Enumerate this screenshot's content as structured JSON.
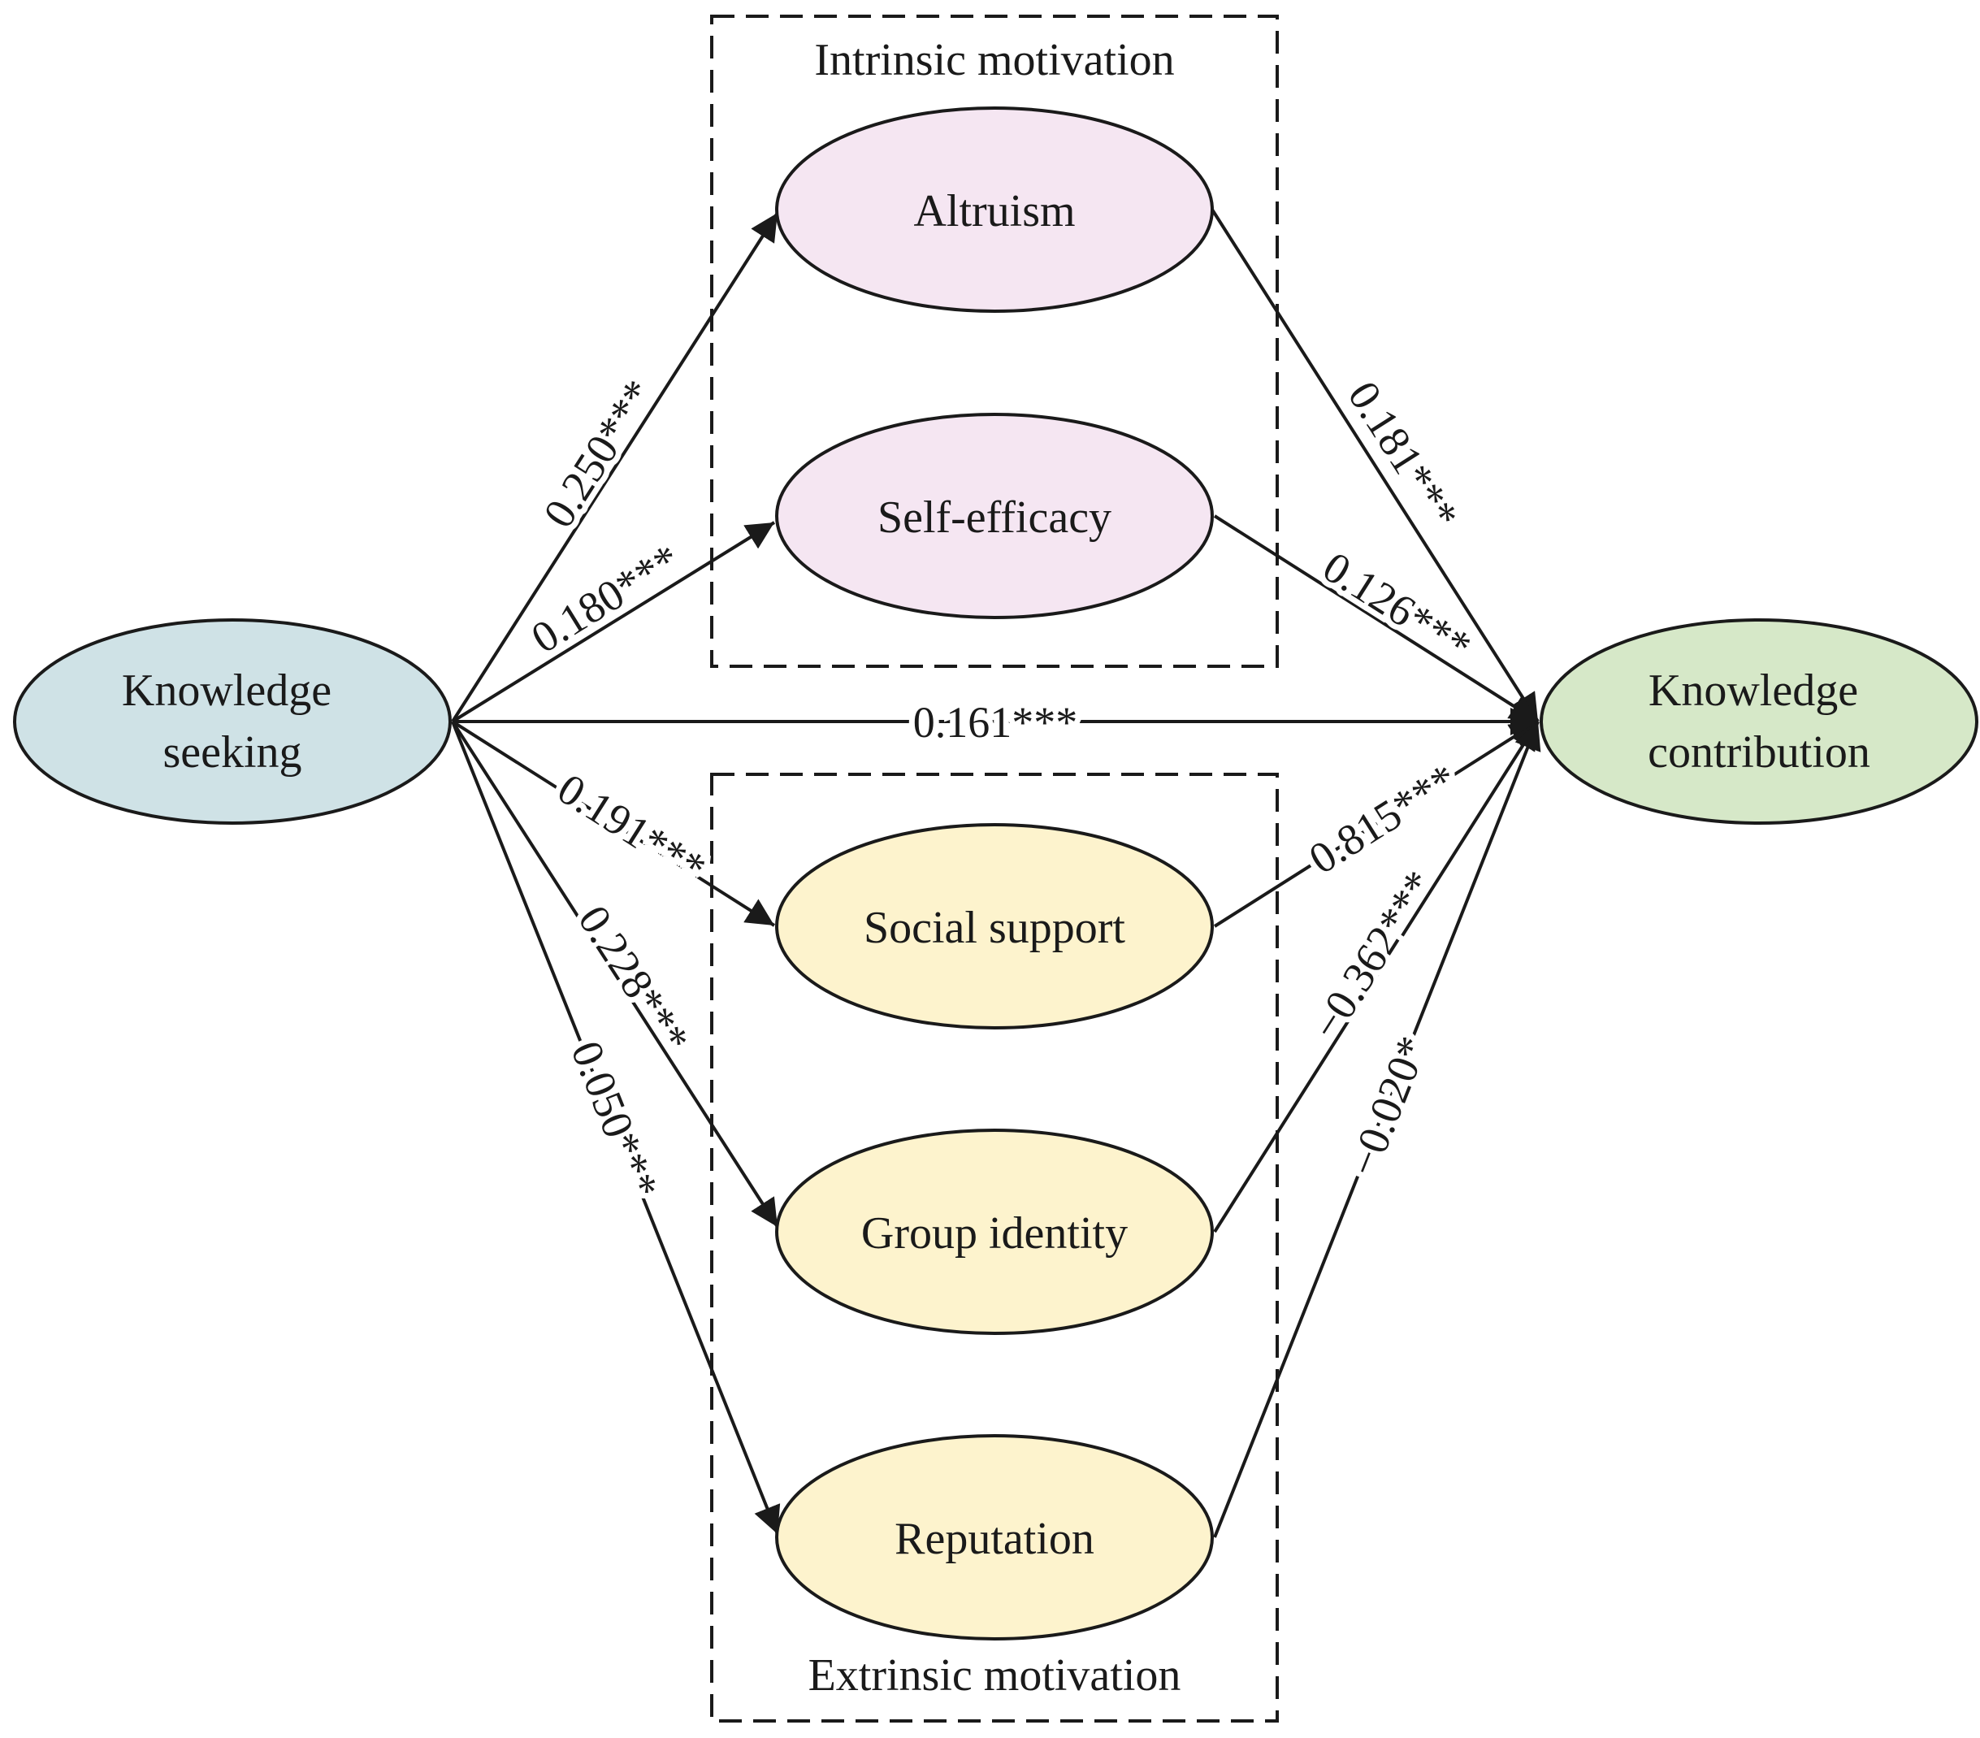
{
  "groups": {
    "intrinsic": "Intrinsic motivation",
    "extrinsic": "Extrinsic motivation"
  },
  "nodes": {
    "seeking": {
      "line1": "Knowledge",
      "line2": "seeking"
    },
    "contribution": {
      "line1": "Knowledge",
      "line2": "contribution"
    },
    "altruism": "Altruism",
    "self_efficacy": "Self-efficacy",
    "social_support": "Social support",
    "group_identity": "Group identity",
    "reputation": "Reputation"
  },
  "paths": {
    "seeking_altruism": "0.250***",
    "seeking_self_efficacy": "0.180***",
    "seeking_contribution": "0.161***",
    "seeking_social_support": "0.191***",
    "seeking_group_identity": "0.228***",
    "seeking_reputation": "0.050***",
    "altruism_contribution": "0.181***",
    "self_efficacy_contribution": "0.126***",
    "social_support_contribution": "0.815***",
    "group_identity_contribution": "−0.362***",
    "reputation_contribution": "−0.020*"
  },
  "colors": {
    "outcome_seeking": "#cfe2e6",
    "outcome_contribution": "#d6e8c8",
    "intrinsic_fill": "#f5e6f2",
    "extrinsic_fill": "#fdf3cd",
    "stroke": "#1a1a1a"
  }
}
